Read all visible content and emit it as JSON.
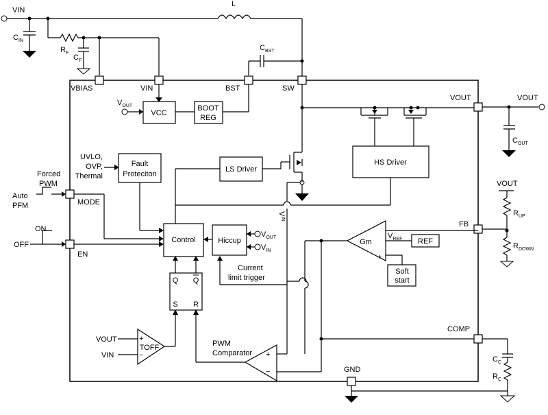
{
  "supply": {
    "vin": "VIN",
    "l": "L",
    "cin": "C",
    "cin_sub": "IN",
    "rf": "R",
    "rf_sub": "F",
    "cf": "C",
    "cf_sub": "F",
    "cbst": "C",
    "cbst_sub": "BST"
  },
  "pins": {
    "vbias": "VBIAS",
    "vin": "VIN",
    "bst": "BST",
    "sw": "SW",
    "vout": "VOUT",
    "fb": "FB",
    "comp": "COMP",
    "gnd": "GND",
    "mode": "MODE",
    "en": "EN"
  },
  "blocks": {
    "vcc": "VCC",
    "boot_reg_1": "BOOT",
    "boot_reg_2": "REG",
    "fault_1": "Fault",
    "fault_2": "Proteciton",
    "ls_driver": "LS Driver",
    "hs_driver": "HS Driver",
    "control": "Control",
    "hiccup": "Hiccup",
    "gm": "Gm",
    "ref": "REF",
    "soft_1": "Soft",
    "soft_2": "start",
    "toff": "TOFF",
    "latch_q": "Q",
    "latch_qbar": "Q",
    "latch_s": "S",
    "latch_r": "R"
  },
  "labels": {
    "vout_int": "V",
    "vout_int_sub": "OUT",
    "hiccup_vout": "V",
    "hiccup_vout_sub": "OUT",
    "hiccup_vin": "V",
    "hiccup_vin_sub": "IN",
    "uvlo_1": "UVLO,",
    "uvlo_2": "OVP,",
    "uvlo_3": "Thermal",
    "forced_1": "Forced",
    "forced_2": "PWM",
    "auto_1": "Auto",
    "auto_2": "PFM",
    "on": "ON",
    "off": "OFF",
    "vref": "V",
    "vref_sub": "REF",
    "current_1": "Current",
    "current_2": "limit trigger",
    "pwm_1": "PWM",
    "pwm_2": "Comparator",
    "toff_vout": "VOUT",
    "toff_vin": "VIN",
    "vin_comp": "V",
    "vin_comp_sub": "IN",
    "plus": "+",
    "minus": "−"
  },
  "output": {
    "vout": "VOUT",
    "cout": "C",
    "cout_sub": "OUT",
    "vout_top": "VOUT",
    "rup": "R",
    "rup_sub": "UP",
    "rdown": "R",
    "rdown_sub": "DOWN",
    "cc": "C",
    "cc_sub": "C",
    "rc": "R",
    "rc_sub": "C"
  }
}
